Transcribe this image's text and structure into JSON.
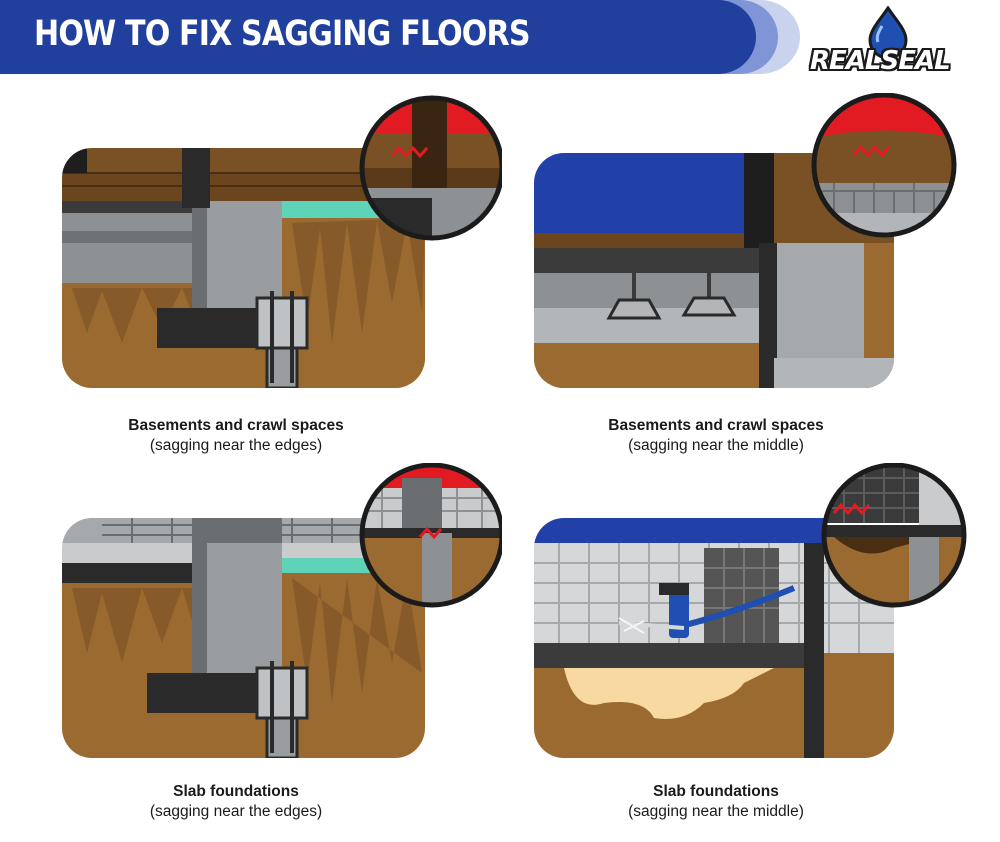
{
  "header": {
    "title": "HOW TO FIX SAGGING FLOORS",
    "logo_text": "REALSEAL"
  },
  "panels": [
    {
      "title": "Basements and crawl spaces",
      "subtitle": "(sagging near the edges)"
    },
    {
      "title": "Basements and crawl spaces",
      "subtitle": "(sagging near the middle)"
    },
    {
      "title": "Slab foundations",
      "subtitle": "(sagging near the edges)"
    },
    {
      "title": "Slab foundations",
      "subtitle": "(sagging near the middle)"
    }
  ],
  "colors": {
    "brand_blue": "#1f3f9c",
    "sag_red": "#e21b23",
    "soil_brown": "#9a6a30",
    "wood": "#7a5124",
    "concrete": "#8e9193",
    "teal": "#5fd3b8"
  }
}
